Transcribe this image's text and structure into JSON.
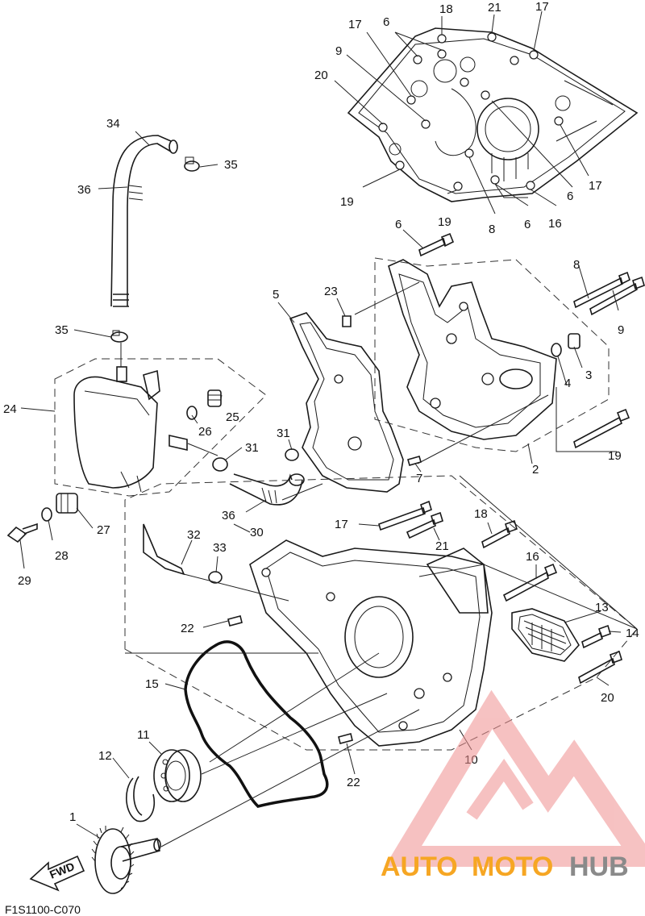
{
  "diagram": {
    "code": "F1S1100-C070",
    "fwd_label": "FWD",
    "watermark": {
      "part1": "AUTO",
      "part2": "MOTO",
      "part3": "HUB",
      "color_primary": "#f6a623",
      "color_secondary": "#8a8a8a",
      "logo_color": "#ef8f8f"
    },
    "callouts": {
      "c1": "1",
      "c2": "2",
      "c3": "3",
      "c4": "4",
      "c5": "5",
      "c6a": "6",
      "c6b": "6",
      "c6c": "6",
      "c6d": "6",
      "c7": "7",
      "c8a": "8",
      "c8b": "8",
      "c9a": "9",
      "c9b": "9",
      "c10": "10",
      "c11": "11",
      "c12": "12",
      "c13": "13",
      "c14": "14",
      "c15": "15",
      "c16a": "16",
      "c16b": "16",
      "c17a": "17",
      "c17b": "17",
      "c17c": "17",
      "c17d": "17",
      "c18a": "18",
      "c18b": "18",
      "c19a": "19",
      "c19b": "19",
      "c19c": "19",
      "c20a": "20",
      "c20b": "20",
      "c21a": "21",
      "c21b": "21",
      "c22a": "22",
      "c22b": "22",
      "c23": "23",
      "c24": "24",
      "c25": "25",
      "c26": "26",
      "c27": "27",
      "c28": "28",
      "c29": "29",
      "c30": "30",
      "c31a": "31",
      "c31b": "31",
      "c32": "32",
      "c33": "33",
      "c34": "34",
      "c35a": "35",
      "c35b": "35",
      "c36a": "36",
      "c36b": "36"
    }
  }
}
